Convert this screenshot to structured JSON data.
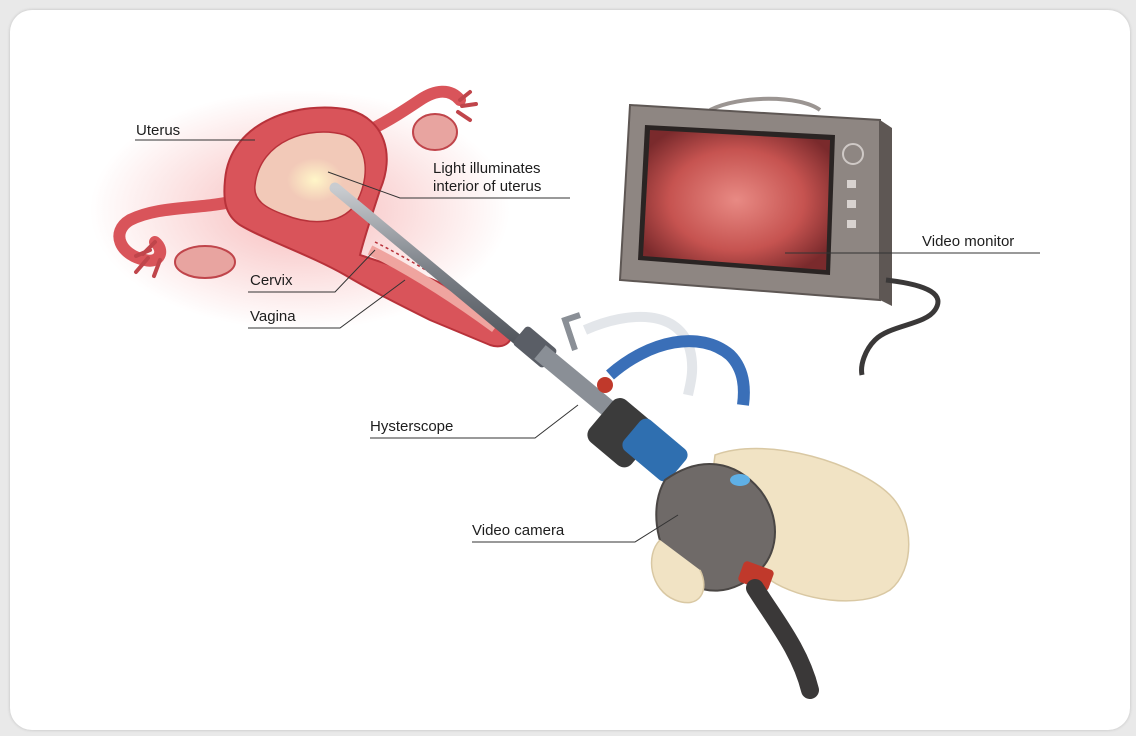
{
  "labels": {
    "uterus": "Uterus",
    "light": "Light illuminates\ninterior of uterus",
    "cervix": "Cervix",
    "vagina": "Vagina",
    "hysteroscope": "Hysterscope",
    "video_camera": "Video camera",
    "video_monitor": "Video monitor"
  },
  "colors": {
    "tissue": "#d9545a",
    "tissue_dark": "#b8323a",
    "monitor_frame": "#8e8682",
    "screen": "#c75a58",
    "scope_metal": "#8a8f96",
    "camera_body": "#6f6a68",
    "camera_ring": "#2f6fb0",
    "glove": "#f1e3c4",
    "tube_blue": "#3a6fb8"
  }
}
